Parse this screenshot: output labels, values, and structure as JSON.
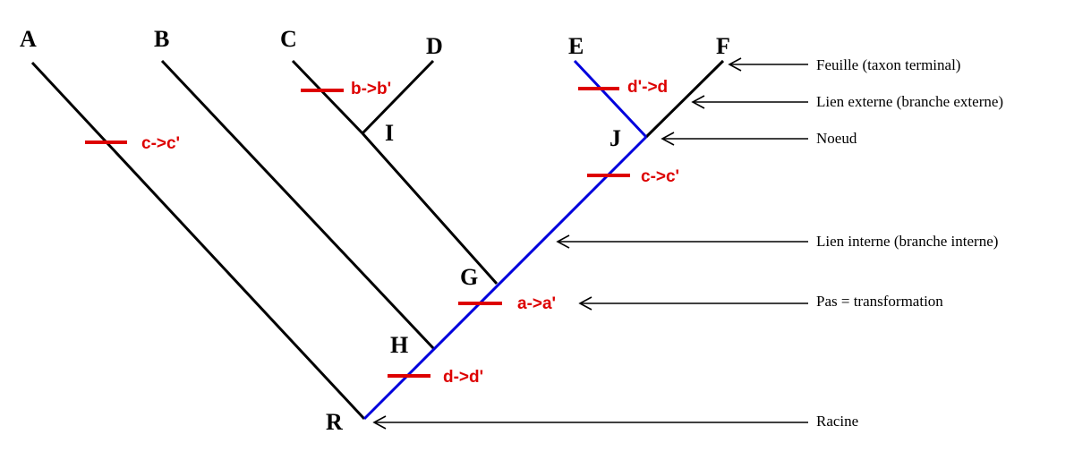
{
  "colors": {
    "external_branch": "#000000",
    "internal_branch": "#0000dd",
    "step_mark": "#dd0000",
    "arrow": "#000000"
  },
  "taxa": {
    "A": "A",
    "B": "B",
    "C": "C",
    "D": "D",
    "E": "E",
    "F": "F"
  },
  "internal_nodes": {
    "I": "I",
    "J": "J",
    "G": "G",
    "H": "H",
    "R": "R"
  },
  "steps": [
    {
      "id": "step-c-cprime-A",
      "branch": "R-A",
      "label": "c->c'"
    },
    {
      "id": "step-b-bprime",
      "branch": "I-C",
      "label": "b->b'"
    },
    {
      "id": "step-dprime-d",
      "branch": "J-E",
      "label": "d'->d"
    },
    {
      "id": "step-c-cprime-J",
      "branch": "G-J",
      "label": "c->c'"
    },
    {
      "id": "step-a-aprime",
      "branch": "H-G",
      "label": "a->a'"
    },
    {
      "id": "step-d-dprime",
      "branch": "R-H",
      "label": "d->d'"
    }
  ],
  "legend": {
    "leaf": "Feuille (taxon terminal)",
    "external_link": "Lien externe (branche externe)",
    "node": "Noeud",
    "internal_link": "Lien interne (branche interne)",
    "step": "Pas = transformation",
    "root": "Racine"
  }
}
